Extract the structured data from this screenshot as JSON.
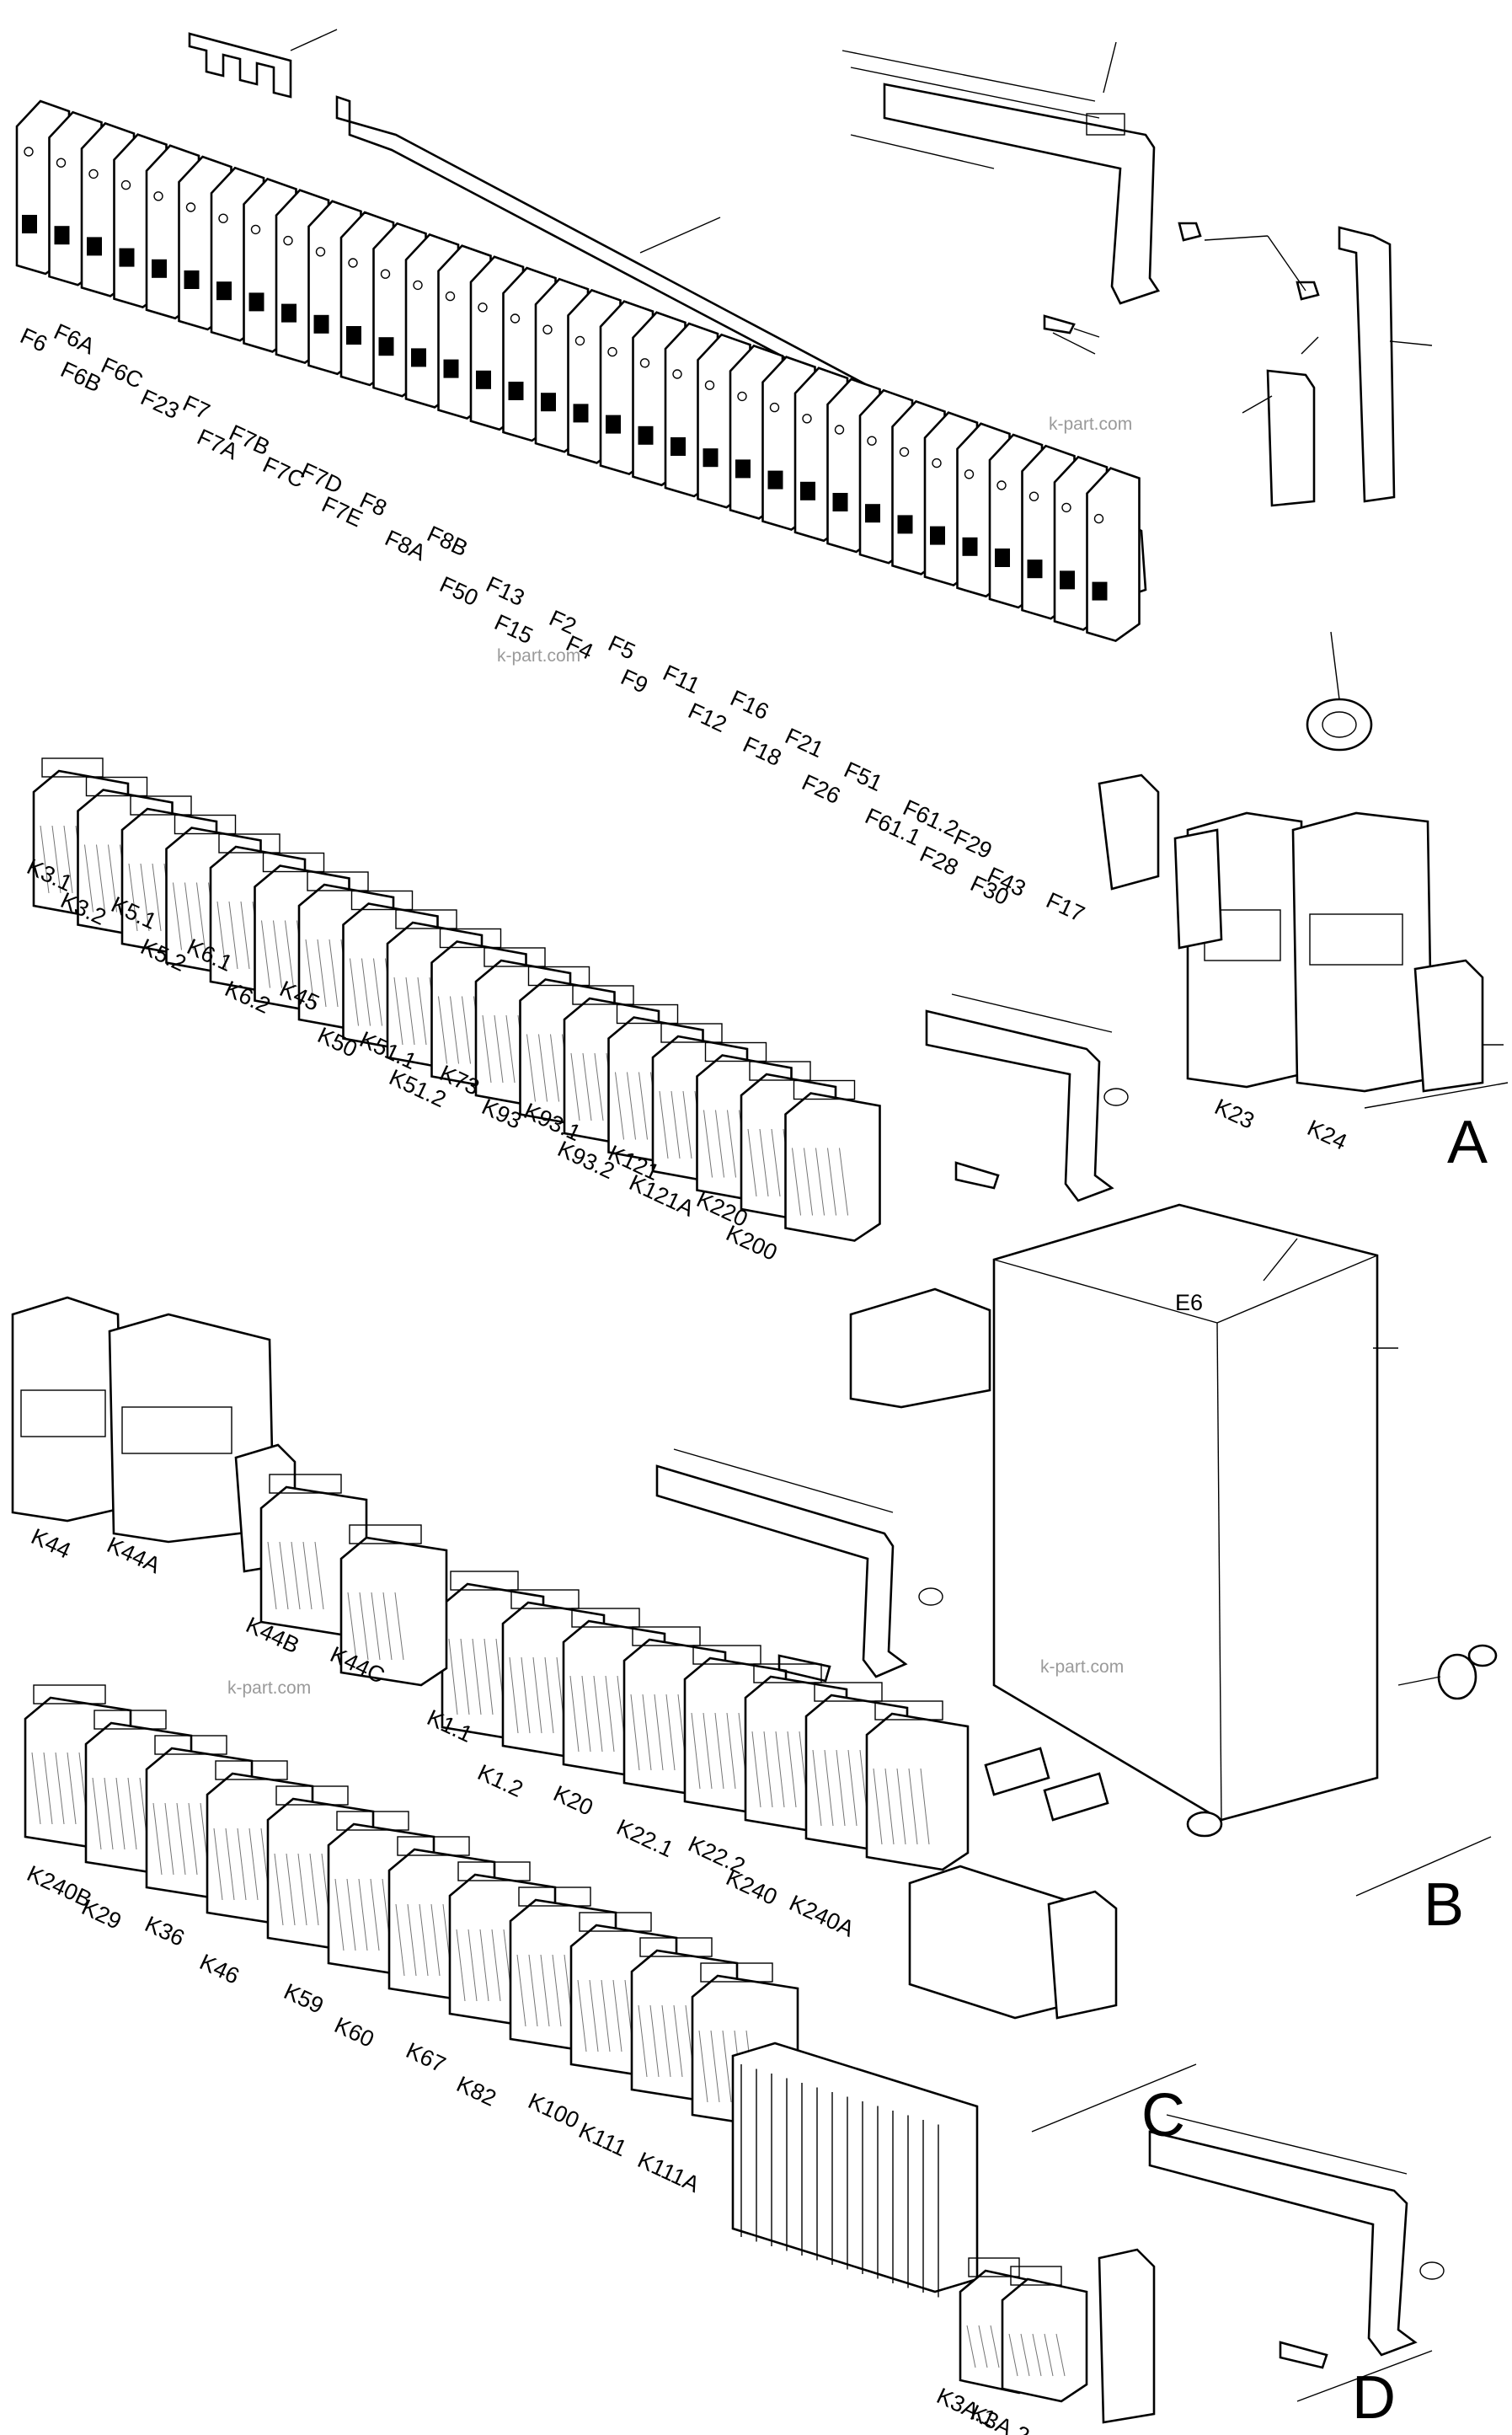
{
  "watermark": "k-part.com",
  "section_letters": [
    "A",
    "B",
    "C",
    "D"
  ],
  "fuse_labels": [
    "F6",
    "F6A",
    "F6B",
    "F6C",
    "F23",
    "F7",
    "F7A",
    "F7B",
    "F7C",
    "F7D",
    "F7E",
    "F8",
    "F8A",
    "F8B",
    "F50",
    "F13",
    "F15",
    "F2",
    "F4",
    "F5",
    "F9",
    "F11",
    "F12",
    "F16",
    "F18",
    "F21",
    "F26",
    "F51",
    "F61.1",
    "F61.2",
    "F28",
    "F29",
    "F30",
    "F43",
    "F17"
  ],
  "relay_row1_labels": [
    "K3.1",
    "K3.2",
    "K5.1",
    "K5.2",
    "K6.1",
    "K6.2",
    "K45",
    "K50",
    "K51.1",
    "K51.2",
    "K73",
    "K93",
    "K93.1",
    "K93.2",
    "K121",
    "K121A",
    "K220",
    "K200"
  ],
  "contactor_labels": [
    "K23",
    "K24",
    "K44",
    "K44A"
  ],
  "relay_row2_labels": [
    "K44B",
    "K44C",
    "K1.1",
    "K1.2",
    "K20",
    "K22.1",
    "K22.2",
    "K240",
    "K240A"
  ],
  "relay_row3_labels": [
    "K240B",
    "K29",
    "K36",
    "K46",
    "K59",
    "K60",
    "K67",
    "K82",
    "K100",
    "K111",
    "K111A"
  ],
  "relay_row4_labels": [
    "K3A.1",
    "K3A.2"
  ],
  "module_label": "E6"
}
